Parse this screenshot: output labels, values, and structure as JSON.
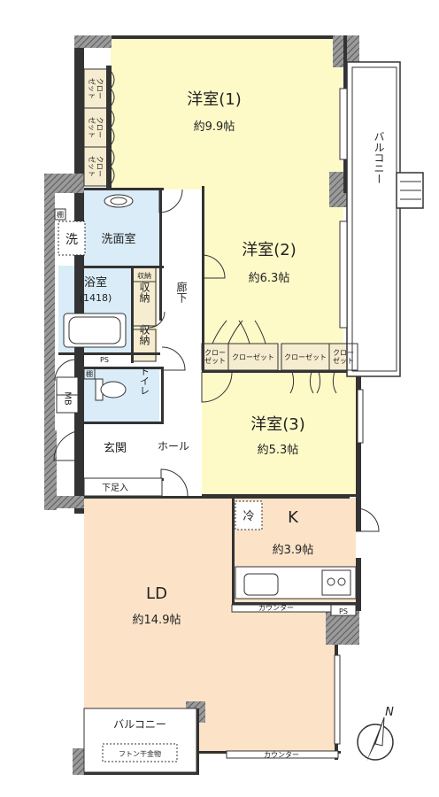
{
  "plan": {
    "rooms": {
      "western1": {
        "name": "洋室(1)",
        "size": "約9.9帖"
      },
      "western2": {
        "name": "洋室(2)",
        "size": "約6.3帖"
      },
      "western3": {
        "name": "洋室(3)",
        "size": "約5.3帖"
      },
      "kitchen": {
        "name": "K",
        "size": "約3.9帖"
      },
      "living": {
        "name": "LD",
        "size": "約14.9帖"
      },
      "washroom": "洗面室",
      "wash": "洗",
      "bath": {
        "name": "浴室",
        "spec": "(1418)"
      },
      "toilet": "トイレ",
      "entrance": "玄関",
      "hall": "ホール",
      "shoe": "下足入",
      "corridor": "廊下",
      "fridge": "冷",
      "mb": "MB"
    },
    "storage": {
      "closet_vertical": "クローゼット",
      "closet": "クローゼット",
      "closet_split": "クロー\nゼット",
      "shuno": "収納",
      "shelf": "棚"
    },
    "balcony_east": "バルコニー",
    "balcony_south": "バルコニー",
    "futon": "フトン干金物",
    "counter": "カウンター",
    "ps": "PS",
    "compass": "N"
  }
}
